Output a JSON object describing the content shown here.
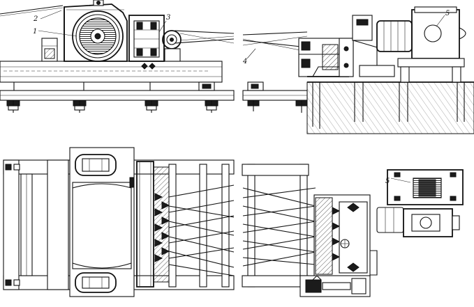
{
  "callouts": {
    "top_1": "1",
    "top_2": "2",
    "top_3": "3",
    "top_4": "4",
    "top_5": "5",
    "bottom_5": "5"
  }
}
